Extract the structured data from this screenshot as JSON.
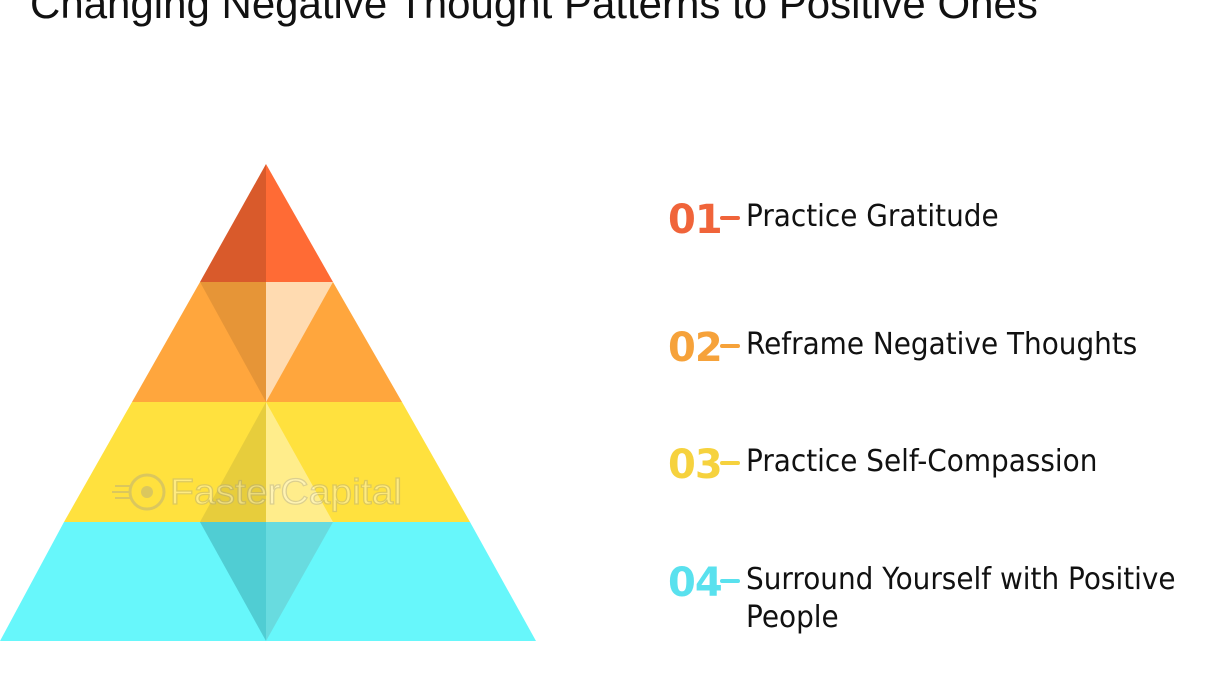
{
  "title": "Changing Negative Thought Patterns to Positive Ones",
  "watermark": "FasterCapital",
  "colors": {
    "tier1": "#ff6b35",
    "tier1_shade": "#d95a2b",
    "tier2": "#ffa63d",
    "tier3": "#ffe13e",
    "tier4": "#67f7fb",
    "num1": "#f0643a",
    "num2": "#f6a23a",
    "num3": "#f6d23e",
    "num4": "#59e1ee"
  },
  "steps": [
    {
      "number": "01",
      "label": "Practice Gratitude"
    },
    {
      "number": "02",
      "label": "Reframe Negative Thoughts"
    },
    {
      "number": "03",
      "label": "Practice Self-Compassion"
    },
    {
      "number": "04",
      "label": "Surround Yourself with Positive",
      "label2": "People"
    }
  ]
}
